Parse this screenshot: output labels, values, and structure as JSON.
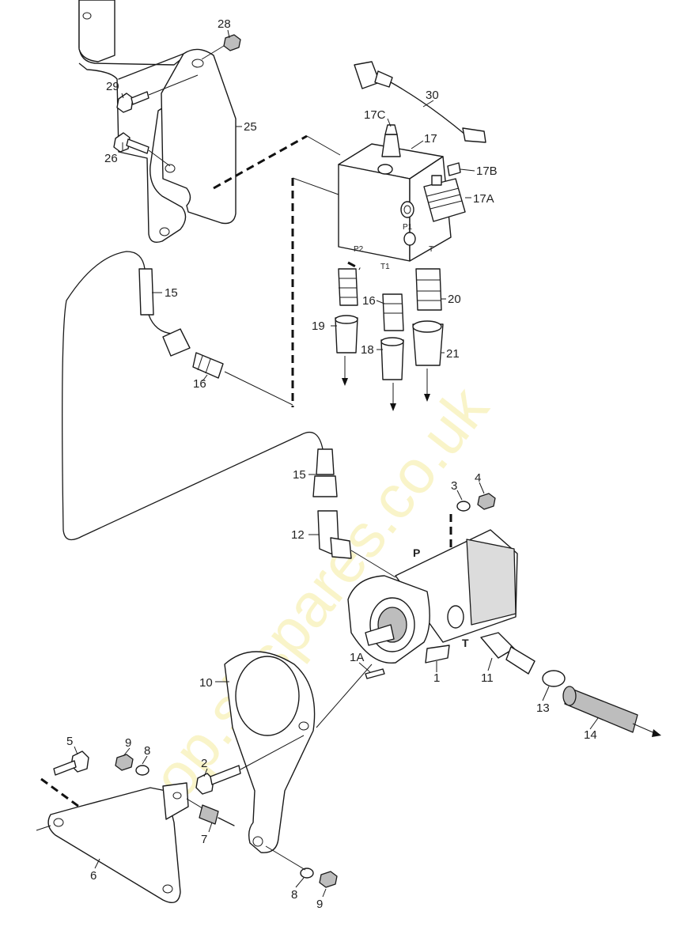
{
  "watermark": "shop.shspares.co.uk",
  "labels": {
    "l1": "1",
    "l1A": "1A",
    "l2": "2",
    "l3": "3",
    "l4": "4",
    "l5": "5",
    "l6": "6",
    "l7": "7",
    "l8a": "8",
    "l8b": "8",
    "l9a": "9",
    "l9b": "9",
    "l10": "10",
    "l11": "11",
    "l12": "12",
    "l13": "13",
    "l14": "14",
    "l15a": "15",
    "l15b": "15",
    "l16a": "16",
    "l16b": "16",
    "l17": "17",
    "l17A": "17A",
    "l17B": "17B",
    "l17C": "17C",
    "l18": "18",
    "l19": "19",
    "l20": "20",
    "l21": "21",
    "l25": "25",
    "l26": "26",
    "l28": "28",
    "l29": "29",
    "l30": "30"
  },
  "port_marks": {
    "P": "P",
    "T": "T",
    "P2": "P2",
    "T1": "T1",
    "P1": "P1",
    "Tv": "T"
  }
}
